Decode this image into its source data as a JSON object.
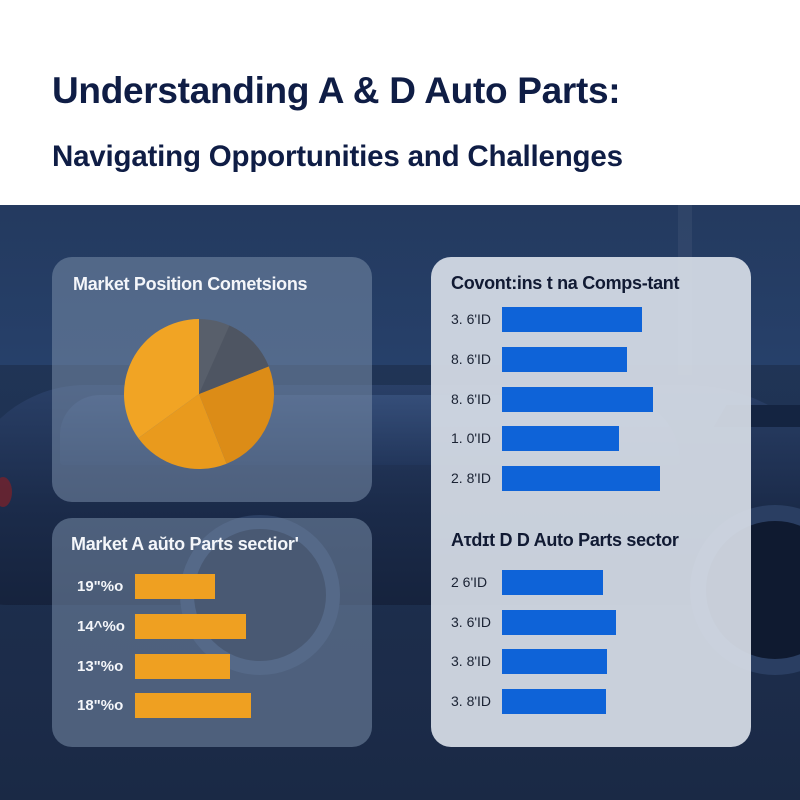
{
  "header": {
    "title": "Understanding A & D Auto Parts:",
    "subtitle": "Navigating Opportunities and Challenges"
  },
  "colors": {
    "header_text": "#0f1d45",
    "background": "#1d2f4f",
    "orange": "#efa021",
    "blue": "#0e63d8",
    "pie_gray": "#585f6b"
  },
  "panels": {
    "pie": {
      "title": "Market Position Cometsions"
    },
    "bars_a": {
      "title": "Market A aŭto Parts sectior'",
      "rows": [
        {
          "label": "19\"%o",
          "value": 19
        },
        {
          "label": "14^%o",
          "value": 14
        },
        {
          "label": "13\"%o",
          "value": 13
        },
        {
          "label": "18\"%o",
          "value": 18
        }
      ]
    },
    "right_top": {
      "title": "Covont:ins t na Comps-tant",
      "rows": [
        {
          "label": "3. 6'ID"
        },
        {
          "label": "8. 6'ID"
        },
        {
          "label": "8. 6'ID"
        },
        {
          "label": "1. 0'ID"
        },
        {
          "label": "2. 8'ID"
        }
      ]
    },
    "right_bottom": {
      "title": "Aτdɪt D D Auto Parts sector",
      "rows": [
        {
          "label": "2 6'ID"
        },
        {
          "label": "3. 6'ID"
        },
        {
          "label": "3. 8'ID"
        },
        {
          "label": "3. 8'ID"
        }
      ]
    }
  },
  "chart_data": [
    {
      "type": "pie",
      "title": "Market Position Cometsions",
      "categories": [
        "Segment 1 (gray)",
        "Segment 2 (dark orange)",
        "Segment 3 (mid orange)",
        "Segment 4 (light orange)"
      ],
      "values": [
        19,
        25,
        21,
        35
      ],
      "colors": [
        "#585f6b",
        "#dc8c17",
        "#e99a1d",
        "#f1a424"
      ],
      "legend": "none"
    },
    {
      "type": "bar",
      "orientation": "horizontal",
      "title": "Market A aŭto Parts sectior'",
      "categories": [
        "19\"%o",
        "14^%o",
        "13\"%o",
        "18\"%o"
      ],
      "values": [
        80,
        111,
        95,
        116
      ],
      "value_unit": "relative bar length (px)",
      "color": "#efa021"
    },
    {
      "type": "bar",
      "orientation": "horizontal",
      "title": "Covont:ins t na Comps-tant",
      "categories": [
        "3. 6'ID",
        "8. 6'ID",
        "8. 6'ID",
        "1. 0'ID",
        "2. 8'ID"
      ],
      "values": [
        140,
        125,
        151,
        117,
        158
      ],
      "value_unit": "relative bar length (px)",
      "color": "#0e63d8"
    },
    {
      "type": "bar",
      "orientation": "horizontal",
      "title": "Aτdɪt D D Auto Parts sector",
      "categories": [
        "2 6'ID",
        "3. 6'ID",
        "3. 8'ID",
        "3. 8'ID"
      ],
      "values": [
        101,
        114,
        105,
        104
      ],
      "value_unit": "relative bar length (px)",
      "color": "#0e63d8"
    }
  ]
}
